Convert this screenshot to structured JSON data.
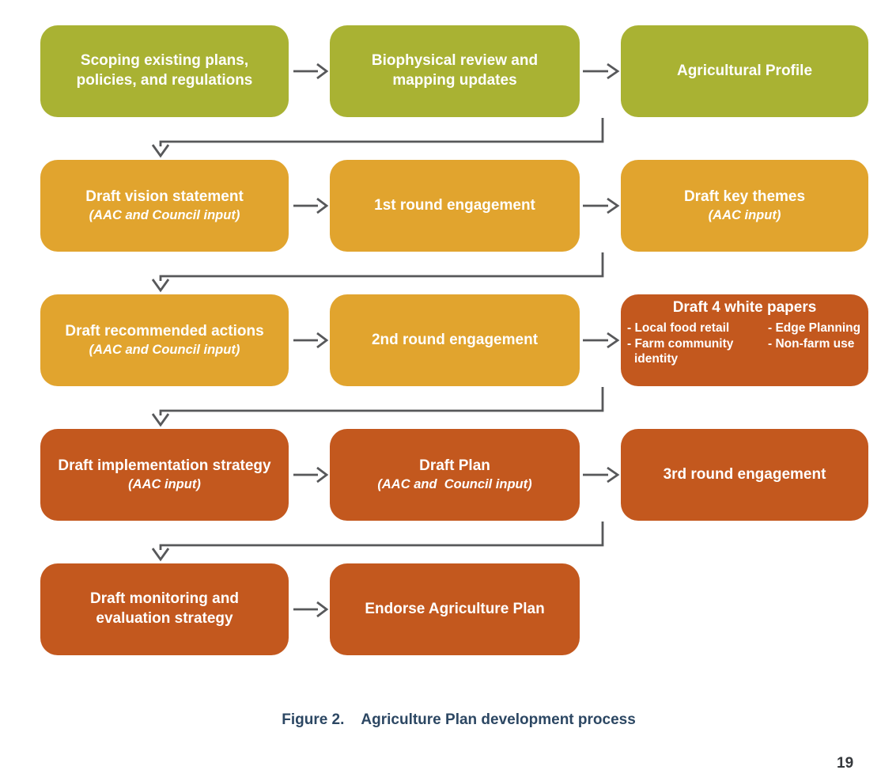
{
  "palette": {
    "green": "#a9b233",
    "gold": "#e1a42e",
    "orange": "#c3581e",
    "arrow": "#57585a",
    "caption": "#2c4763",
    "pagenum": "#35383c"
  },
  "boxes": {
    "scoping": {
      "line1": "Scoping existing plans,",
      "line2": "policies, and regulations"
    },
    "biophysical": {
      "line1": "Biophysical review and",
      "line2": "mapping updates"
    },
    "ag_profile": {
      "line1": "Agricultural Profile"
    },
    "vision": {
      "line1": "Draft vision statement",
      "note": "(AAC and Council input)"
    },
    "round1": {
      "line1": "1st round engagement"
    },
    "key_themes": {
      "line1": "Draft key themes",
      "note": "(AAC input)"
    },
    "recommended_actions": {
      "line1": "Draft recommended actions",
      "note": "(AAC and Council input)"
    },
    "round2": {
      "line1": "2nd round engagement"
    },
    "white_papers": {
      "title": "Draft 4 white papers",
      "items": [
        "- Local food retail",
        "- Farm community identity",
        "- Edge Planning",
        "- Non-farm use"
      ]
    },
    "implementation": {
      "line1": "Draft implementation strategy",
      "note": "(AAC input)"
    },
    "draft_plan": {
      "line1": "Draft Plan",
      "note": "(AAC and  Council input)"
    },
    "round3": {
      "line1": "3rd round engagement"
    },
    "monitoring": {
      "line1": "Draft monitoring and",
      "line2": "evaluation strategy"
    },
    "endorse": {
      "line1": "Endorse Agriculture Plan"
    }
  },
  "figure": {
    "caption_label": "Figure 2.",
    "caption_title": "Agriculture Plan development process",
    "page_number": "19"
  }
}
